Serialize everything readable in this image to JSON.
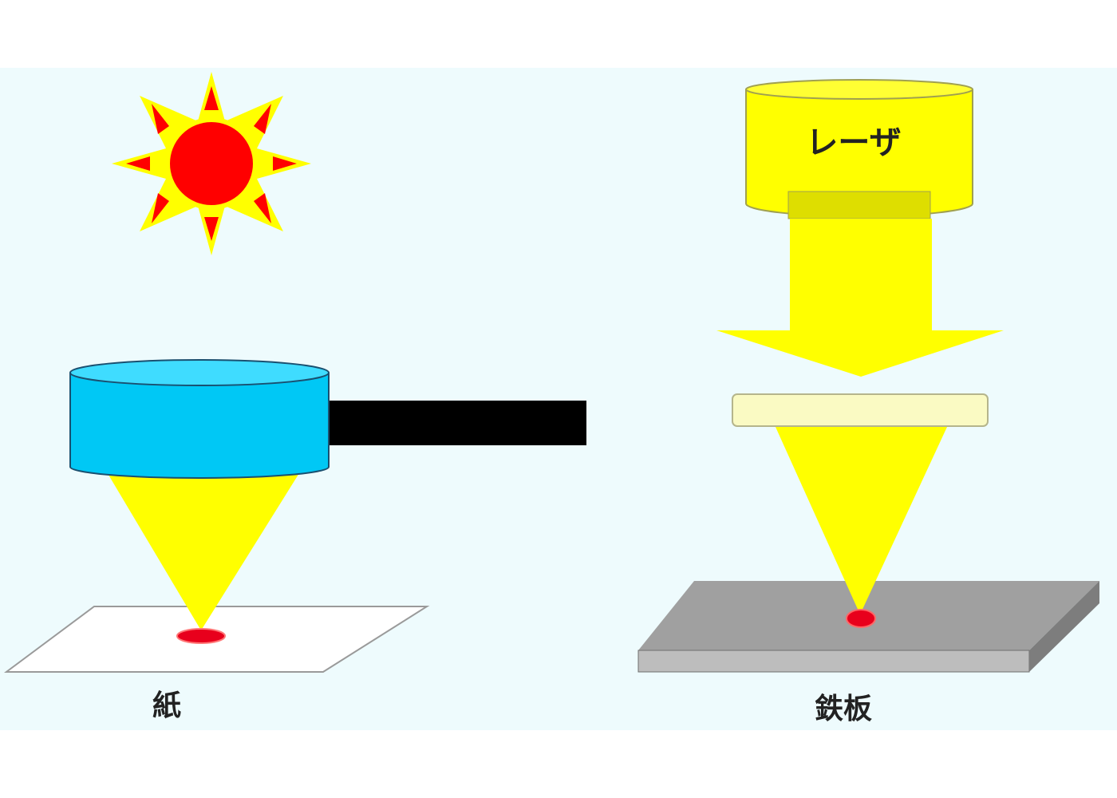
{
  "labels": {
    "laser": "レーザ",
    "paper": "紙",
    "iron_plate": "鉄板"
  },
  "colors": {
    "background": "#eefbfd",
    "light_yellow": "#ffff00",
    "sun_red": "#ff0000",
    "magnifier_lens": "#00c8f5",
    "magnifier_handle": "#000000",
    "focusing_lens": "#fafac3",
    "iron_plate_top": "#a0a0a0",
    "iron_plate_side": "#bdbdbd",
    "paper": "#ffffff",
    "burn_spot": "#e8001c"
  }
}
